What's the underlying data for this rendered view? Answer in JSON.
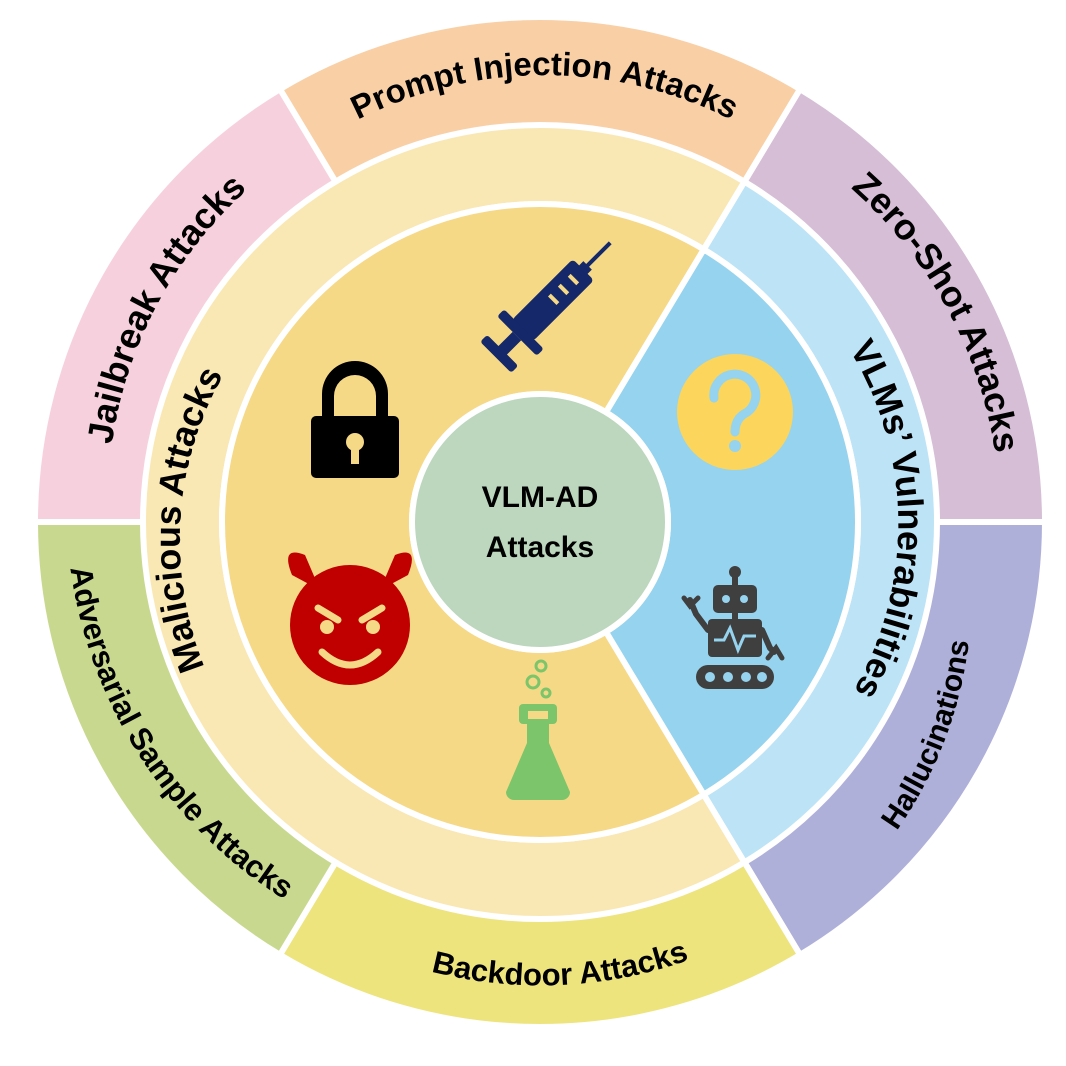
{
  "center": {
    "line1": "VLM-AD",
    "line2": "Attacks",
    "color": "#BCD7BE"
  },
  "middle_ring": [
    {
      "label": "Malicious Attacks",
      "color": "#F9E8B4"
    },
    {
      "label": "VLMs’ Vulnerabilities",
      "color": "#BCE3F6"
    }
  ],
  "inner_ring": [
    {
      "name": "malicious",
      "color": "#F6D987"
    },
    {
      "name": "vulnerabilities",
      "color": "#96D3EE"
    }
  ],
  "outer_ring": [
    {
      "label": "Prompt Injection Attacks",
      "color": "#F9CFA6"
    },
    {
      "label": "Zero-Shot Attacks",
      "color": "#D5BED6"
    },
    {
      "label": "Hallucinations",
      "color": "#AEB0DA"
    },
    {
      "label": "Backdoor Attacks",
      "color": "#EEE47E"
    },
    {
      "label": "Adversarial Sample Attacks",
      "color": "#C8D98F"
    },
    {
      "label": "Jailbreak Attacks",
      "color": "#F6D1DD"
    }
  ],
  "icons": [
    {
      "name": "syringe-icon",
      "color": "#14286A"
    },
    {
      "name": "lock-icon",
      "color": "#000000"
    },
    {
      "name": "devil-icon",
      "color": "#C00000"
    },
    {
      "name": "flask-icon",
      "color": "#7CC56A"
    },
    {
      "name": "question-icon",
      "color": "#FBD55C"
    },
    {
      "name": "robot-icon",
      "color": "#3F3F3F"
    }
  ]
}
